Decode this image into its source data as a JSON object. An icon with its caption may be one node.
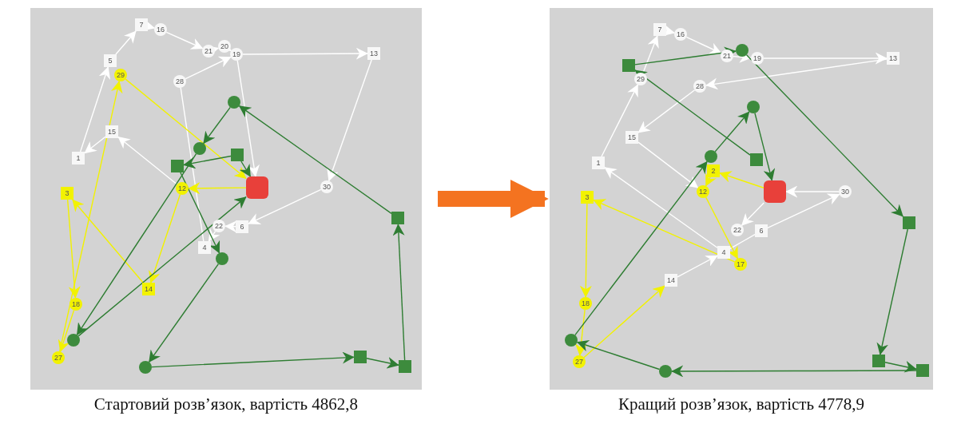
{
  "diagram": {
    "nodes": [
      {
        "text": [
          "Стартовий розв’язок, вартість 4862,8"
        ]
      },
      {
        "text": [
          "7"
        ],
        "in": 0
      },
      {
        "text": [
          "16"
        ],
        "in": 0
      },
      {
        "text": [
          "21"
        ],
        "in": 0
      },
      {
        "text": [
          "20"
        ],
        "in": 0
      },
      {
        "text": [
          "19"
        ],
        "in": 0
      },
      {
        "text": [
          "13"
        ],
        "in": 0
      },
      {
        "text": [
          "5"
        ],
        "in": 0
      },
      {
        "text": [
          "29"
        ],
        "in": 0
      },
      {
        "text": [
          "28"
        ],
        "in": 0
      },
      {
        "text": [
          "15"
        ],
        "in": 0
      },
      {
        "text": [
          "1"
        ],
        "in": 0
      },
      {
        "text": [
          "3"
        ],
        "in": 0
      },
      {
        "text": [
          "12"
        ],
        "in": 0
      },
      {
        "text": [],
        "shape": "box",
        "in": 0
      },
      {
        "text": [
          "30"
        ],
        "in": 0
      },
      {
        "text": [
          "22"
        ],
        "in": 0
      },
      {
        "text": [
          "6"
        ],
        "in": 0
      },
      {
        "text": [
          "4"
        ],
        "in": 0
      },
      {
        "text": [
          "14"
        ],
        "in": 0
      },
      {
        "text": [
          "18"
        ],
        "in": 0
      },
      {
        "text": [
          "27"
        ],
        "in": 0
      },
      {
        "text": [],
        "shape": "circle",
        "in": 0
      },
      {
        "text": [],
        "shape": "circle",
        "in": 0
      },
      {
        "text": [],
        "shape": "box",
        "in": 0
      },
      {
        "text": [],
        "shape": "box",
        "in": 0
      },
      {
        "text": [],
        "shape": "circle",
        "in": 0
      },
      {
        "text": [],
        "shape": "circle",
        "in": 0
      },
      {
        "text": [],
        "shape": "circle",
        "in": 0
      },
      {
        "text": [],
        "shape": "box",
        "in": 0
      },
      {
        "text": [],
        "shape": "box",
        "in": 0
      },
      {
        "text": [],
        "shape": "box",
        "in": 0
      },
      {
        "text": [
          "Кращий розв’язок, вартість 4778,9"
        ]
      },
      {
        "text": [
          "7"
        ],
        "in": 32
      },
      {
        "text": [
          "16"
        ],
        "in": 32
      },
      {
        "text": [
          "21"
        ],
        "in": 32
      },
      {
        "text": [
          "19"
        ],
        "in": 32
      },
      {
        "text": [
          "13"
        ],
        "in": 32
      },
      {
        "text": [
          "29"
        ],
        "in": 32
      },
      {
        "text": [
          "28"
        ],
        "in": 32
      },
      {
        "text": [
          "15"
        ],
        "in": 32
      },
      {
        "text": [
          "1"
        ],
        "in": 32
      },
      {
        "text": [
          "2"
        ],
        "in": 32
      },
      {
        "text": [
          "12"
        ],
        "in": 32
      },
      {
        "text": [],
        "shape": "box",
        "in": 32
      },
      {
        "text": [
          "30"
        ],
        "in": 32
      },
      {
        "text": [
          "3"
        ],
        "in": 32
      },
      {
        "text": [
          "22"
        ],
        "in": 32
      },
      {
        "text": [
          "6"
        ],
        "in": 32
      },
      {
        "text": [
          "4"
        ],
        "in": 32
      },
      {
        "text": [
          "17"
        ],
        "in": 32
      },
      {
        "text": [
          "14"
        ],
        "in": 32
      },
      {
        "text": [
          "18"
        ],
        "in": 32
      },
      {
        "text": [
          "27"
        ],
        "in": 32
      },
      {
        "text": [],
        "shape": "box",
        "in": 32
      },
      {
        "text": [],
        "shape": "circle",
        "in": 32
      },
      {
        "text": [],
        "shape": "circle",
        "in": 32
      },
      {
        "text": [],
        "shape": "circle",
        "in": 32
      },
      {
        "text": [],
        "shape": "box",
        "in": 32
      },
      {
        "text": [],
        "shape": "box",
        "in": 32
      },
      {
        "text": [],
        "shape": "box",
        "in": 32
      },
      {
        "text": [],
        "shape": "box",
        "in": 32
      },
      {
        "text": [],
        "shape": "circle",
        "in": 32
      },
      {
        "text": [],
        "shape": "circle",
        "in": 32
      }
    ],
    "edges": [
      {
        "from": 5,
        "to": 6,
        "arrow": "to"
      },
      {
        "from": 6,
        "to": 15,
        "arrow": "to"
      },
      {
        "from": 15,
        "to": 17,
        "arrow": "to"
      },
      {
        "from": 17,
        "to": 16,
        "arrow": "to"
      },
      {
        "from": 16,
        "to": 18,
        "arrow": "to"
      },
      {
        "from": 9,
        "to": 18,
        "arrow": "none"
      },
      {
        "from": 13,
        "to": 10,
        "arrow": "to"
      },
      {
        "from": 10,
        "to": 11,
        "arrow": "to"
      },
      {
        "from": 11,
        "to": 7,
        "arrow": "to"
      },
      {
        "from": 7,
        "to": 1,
        "arrow": "to"
      },
      {
        "from": 1,
        "to": 2,
        "arrow": "to"
      },
      {
        "from": 2,
        "to": 3,
        "arrow": "to"
      },
      {
        "from": 3,
        "to": 4,
        "arrow": "to"
      },
      {
        "from": 4,
        "to": 5,
        "arrow": "to"
      },
      {
        "from": 9,
        "to": 5,
        "arrow": "to"
      },
      {
        "from": 5,
        "to": 14,
        "arrow": "to"
      },
      {
        "from": 14,
        "to": 13,
        "arrow": "to",
        "color": "#f2f200"
      },
      {
        "from": 13,
        "to": 19,
        "arrow": "to",
        "color": "#f2f200"
      },
      {
        "from": 19,
        "to": 12,
        "arrow": "to",
        "color": "#f2f200"
      },
      {
        "from": 12,
        "to": 20,
        "arrow": "to",
        "color": "#f2f200"
      },
      {
        "from": 20,
        "to": 21,
        "arrow": "to",
        "color": "#f2f200"
      },
      {
        "from": 21,
        "to": 8,
        "arrow": "to",
        "color": "#f2f200"
      },
      {
        "from": 8,
        "to": 14,
        "arrow": "to",
        "color": "#f2f200"
      },
      {
        "from": 22,
        "to": 23,
        "arrow": "to",
        "color": "#2e7d32"
      },
      {
        "from": 23,
        "to": 27,
        "arrow": "to",
        "color": "#2e7d32"
      },
      {
        "from": 27,
        "to": 14,
        "arrow": "to",
        "color": "#2e7d32"
      },
      {
        "from": 24,
        "to": 25,
        "arrow": "to",
        "color": "#2e7d32"
      },
      {
        "from": 25,
        "to": 26,
        "arrow": "to",
        "color": "#2e7d32"
      },
      {
        "from": 26,
        "to": 28,
        "arrow": "to",
        "color": "#2e7d32"
      },
      {
        "from": 28,
        "to": 29,
        "arrow": "to",
        "color": "#2e7d32"
      },
      {
        "from": 29,
        "to": 30,
        "arrow": "to",
        "color": "#2e7d32"
      },
      {
        "from": 30,
        "to": 31,
        "arrow": "to",
        "color": "#2e7d32"
      },
      {
        "from": 31,
        "to": 22,
        "arrow": "to",
        "color": "#2e7d32"
      },
      {
        "from": 24,
        "to": 14,
        "arrow": "to",
        "color": "#2e7d32"
      },
      {
        "from": 0,
        "to": 32,
        "arrow": "to",
        "style": "thick",
        "color": "#f47320"
      },
      {
        "from": 36,
        "to": 37,
        "arrow": "to"
      },
      {
        "from": 37,
        "to": 39,
        "arrow": "to"
      },
      {
        "from": 39,
        "to": 40,
        "arrow": "to"
      },
      {
        "from": 40,
        "to": 43,
        "arrow": "to"
      },
      {
        "from": 41,
        "to": 38,
        "arrow": "to"
      },
      {
        "from": 38,
        "to": 33,
        "arrow": "to"
      },
      {
        "from": 33,
        "to": 34,
        "arrow": "to"
      },
      {
        "from": 34,
        "to": 35,
        "arrow": "to"
      },
      {
        "from": 35,
        "to": 36,
        "arrow": "to"
      },
      {
        "from": 45,
        "to": 44,
        "arrow": "to"
      },
      {
        "from": 48,
        "to": 45,
        "arrow": "to"
      },
      {
        "from": 51,
        "to": 49,
        "arrow": "to"
      },
      {
        "from": 49,
        "to": 48,
        "arrow": "none"
      },
      {
        "from": 49,
        "to": 41,
        "arrow": "to"
      },
      {
        "from": 44,
        "to": 47,
        "arrow": "to"
      },
      {
        "from": 44,
        "to": 42,
        "arrow": "to",
        "color": "#f2f200"
      },
      {
        "from": 42,
        "to": 43,
        "arrow": "to",
        "color": "#f2f200"
      },
      {
        "from": 43,
        "to": 50,
        "arrow": "to",
        "color": "#f2f200"
      },
      {
        "from": 50,
        "to": 46,
        "arrow": "to",
        "color": "#f2f200"
      },
      {
        "from": 46,
        "to": 52,
        "arrow": "to",
        "color": "#f2f200"
      },
      {
        "from": 52,
        "to": 53,
        "arrow": "to",
        "color": "#f2f200"
      },
      {
        "from": 53,
        "to": 51,
        "arrow": "to",
        "color": "#f2f200"
      },
      {
        "from": 54,
        "to": 55,
        "arrow": "to",
        "color": "#2e7d32"
      },
      {
        "from": 55,
        "to": 59,
        "arrow": "to",
        "color": "#2e7d32"
      },
      {
        "from": 59,
        "to": 60,
        "arrow": "to",
        "color": "#2e7d32"
      },
      {
        "from": 60,
        "to": 61,
        "arrow": "to",
        "color": "#2e7d32"
      },
      {
        "from": 61,
        "to": 62,
        "arrow": "to",
        "color": "#2e7d32"
      },
      {
        "from": 62,
        "to": 63,
        "arrow": "to",
        "color": "#2e7d32"
      },
      {
        "from": 63,
        "to": 57,
        "arrow": "to",
        "color": "#2e7d32"
      },
      {
        "from": 57,
        "to": 56,
        "arrow": "to",
        "color": "#2e7d32"
      },
      {
        "from": 56,
        "to": 44,
        "arrow": "to",
        "color": "#2e7d32"
      },
      {
        "from": 58,
        "to": 54,
        "arrow": "to",
        "color": "#2e7d32"
      }
    ]
  }
}
